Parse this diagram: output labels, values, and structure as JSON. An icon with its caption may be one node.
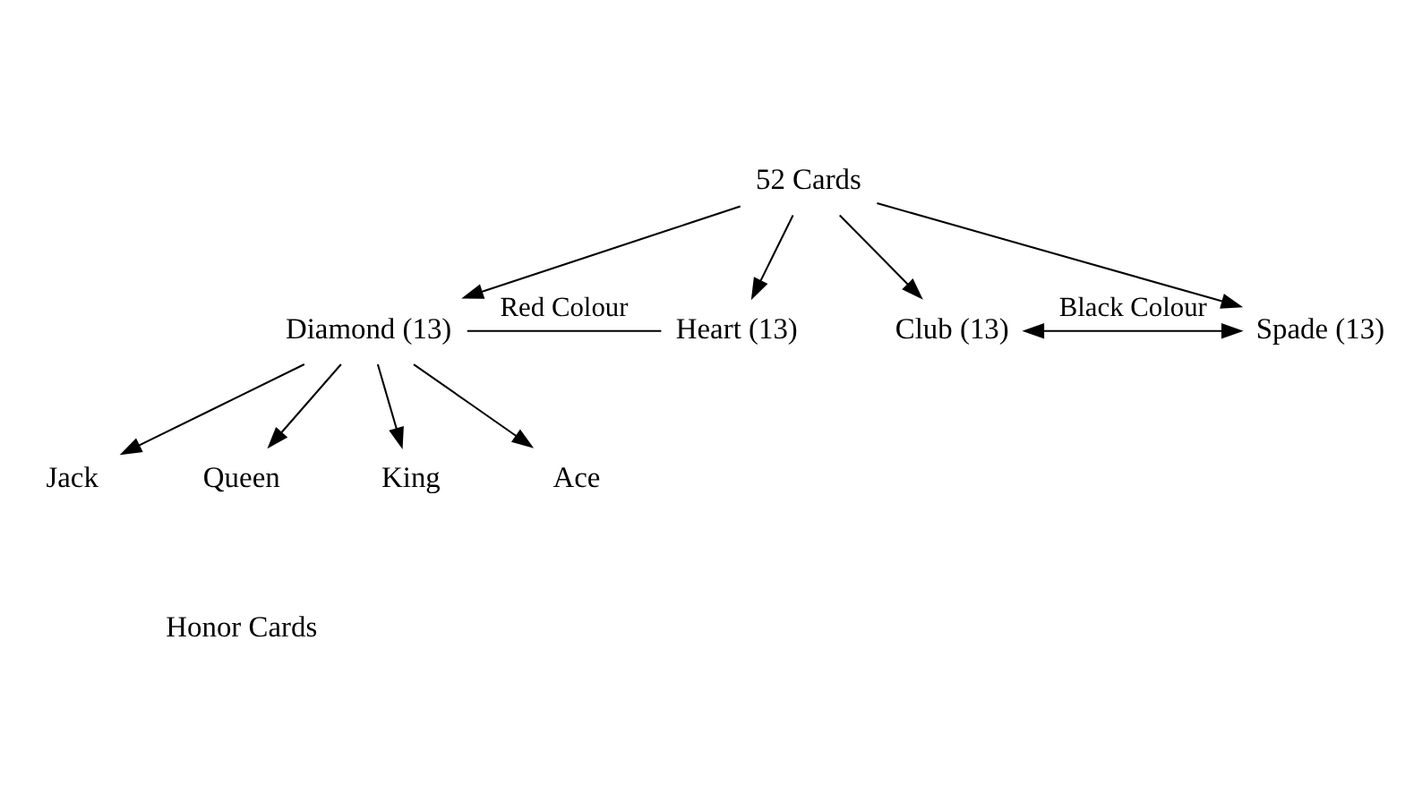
{
  "diagram": {
    "nodes": [
      {
        "text": [
          "52 Cards"
        ]
      },
      {
        "text": [
          "Diamond (13)"
        ]
      },
      {
        "text": [
          "Heart (13)"
        ]
      },
      {
        "text": [
          "Club (13)"
        ]
      },
      {
        "text": [
          "Spade (13)"
        ]
      },
      {
        "text": [
          "Jack"
        ]
      },
      {
        "text": [
          "Queen"
        ]
      },
      {
        "text": [
          "King"
        ]
      },
      {
        "text": [
          "Ace"
        ]
      }
    ],
    "edges": [
      {
        "from": 0,
        "to": 1,
        "arrow": "to"
      },
      {
        "from": 0,
        "to": 2,
        "arrow": "to"
      },
      {
        "from": 0,
        "to": 3,
        "arrow": "to"
      },
      {
        "from": 0,
        "to": 4,
        "arrow": "to"
      },
      {
        "from": 1,
        "to": 2,
        "arrow": "none",
        "label": "Red Colour"
      },
      {
        "from": 3,
        "to": 4,
        "arrow": "both",
        "label": "Black Colour"
      },
      {
        "from": 1,
        "to": 5,
        "arrow": "to"
      },
      {
        "from": 1,
        "to": 6,
        "arrow": "to"
      },
      {
        "from": 1,
        "to": 7,
        "arrow": "to"
      },
      {
        "from": 1,
        "to": 8,
        "arrow": "to"
      }
    ],
    "labels": [
      "Honor Cards"
    ]
  }
}
